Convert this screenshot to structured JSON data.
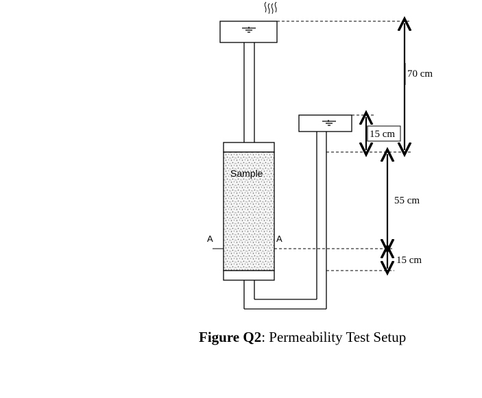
{
  "diagram": {
    "labels": {
      "sample": "Sample",
      "section_left": "A",
      "section_right": "A"
    },
    "dimensions": {
      "total_head": "70 cm",
      "upper_offset": "15 cm",
      "middle": "55 cm",
      "lower_offset": "15 cm"
    }
  },
  "caption": {
    "figure_id": "Figure Q2",
    "separator": ":",
    "title": " Permeability Test Setup"
  },
  "colors": {
    "line": "#000000",
    "sample_fill": "#f2f2f2",
    "dots": "#666666"
  }
}
